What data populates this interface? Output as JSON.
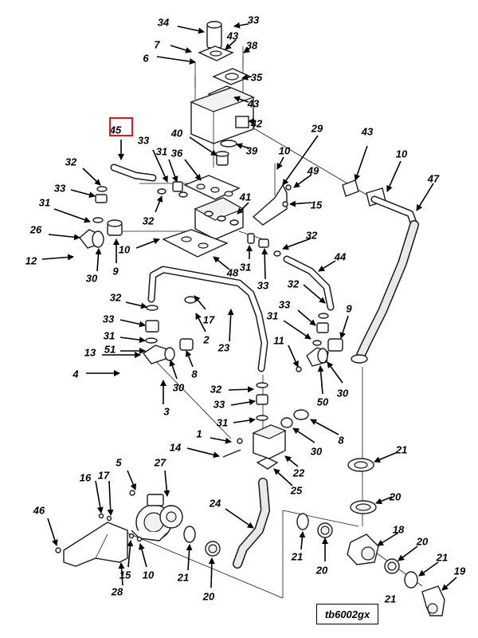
{
  "figure": {
    "reference_code": "tb6002gx",
    "highlighted_callout": "45",
    "highlight_color": "#e0191f"
  },
  "callouts": [
    {
      "id": "c34",
      "text": "34"
    },
    {
      "id": "c33a",
      "text": "33"
    },
    {
      "id": "c43a",
      "text": "43"
    },
    {
      "id": "c7",
      "text": "7"
    },
    {
      "id": "c38",
      "text": "38"
    },
    {
      "id": "c6",
      "text": "6"
    },
    {
      "id": "c35",
      "text": "35"
    },
    {
      "id": "c43b",
      "text": "43"
    },
    {
      "id": "c42",
      "text": "42"
    },
    {
      "id": "c45",
      "text": "45"
    },
    {
      "id": "c40",
      "text": "40"
    },
    {
      "id": "c29",
      "text": "29"
    },
    {
      "id": "c43c",
      "text": "43"
    },
    {
      "id": "c10a",
      "text": "10"
    },
    {
      "id": "c33b",
      "text": "33"
    },
    {
      "id": "c31a",
      "text": "31"
    },
    {
      "id": "c36",
      "text": "36"
    },
    {
      "id": "c39",
      "text": "39"
    },
    {
      "id": "c10b",
      "text": "10"
    },
    {
      "id": "c47",
      "text": "47"
    },
    {
      "id": "c32a",
      "text": "32"
    },
    {
      "id": "c49",
      "text": "49"
    },
    {
      "id": "c33c",
      "text": "33"
    },
    {
      "id": "c15a",
      "text": "15"
    },
    {
      "id": "c41",
      "text": "41"
    },
    {
      "id": "c31b",
      "text": "31"
    },
    {
      "id": "c32b",
      "text": "32"
    },
    {
      "id": "c26",
      "text": "26"
    },
    {
      "id": "c32c",
      "text": "32"
    },
    {
      "id": "c10c",
      "text": "10"
    },
    {
      "id": "c12",
      "text": "12"
    },
    {
      "id": "c30a",
      "text": "30"
    },
    {
      "id": "c9a",
      "text": "9"
    },
    {
      "id": "c31c",
      "text": "31"
    },
    {
      "id": "c33d",
      "text": "33"
    },
    {
      "id": "c48",
      "text": "48"
    },
    {
      "id": "c44",
      "text": "44"
    },
    {
      "id": "c32d",
      "text": "32"
    },
    {
      "id": "c32e",
      "text": "32"
    },
    {
      "id": "c33e",
      "text": "33"
    },
    {
      "id": "c17a",
      "text": "17"
    },
    {
      "id": "c23",
      "text": "23"
    },
    {
      "id": "c33f",
      "text": "33"
    },
    {
      "id": "c31d",
      "text": "31"
    },
    {
      "id": "c9b",
      "text": "9"
    },
    {
      "id": "c31e",
      "text": "31"
    },
    {
      "id": "c2",
      "text": "2"
    },
    {
      "id": "c11",
      "text": "11"
    },
    {
      "id": "c13",
      "text": "13"
    },
    {
      "id": "c51",
      "text": "51"
    },
    {
      "id": "c4",
      "text": "4"
    },
    {
      "id": "c8a",
      "text": "8"
    },
    {
      "id": "c30b",
      "text": "30"
    },
    {
      "id": "c50",
      "text": "50"
    },
    {
      "id": "c30c",
      "text": "30"
    },
    {
      "id": "c3",
      "text": "3"
    },
    {
      "id": "c32f",
      "text": "32"
    },
    {
      "id": "c33g",
      "text": "33"
    },
    {
      "id": "c31f",
      "text": "31"
    },
    {
      "id": "c8b",
      "text": "8"
    },
    {
      "id": "c1",
      "text": "1"
    },
    {
      "id": "c14",
      "text": "14"
    },
    {
      "id": "c30d",
      "text": "30"
    },
    {
      "id": "c22",
      "text": "22"
    },
    {
      "id": "c21a",
      "text": "21"
    },
    {
      "id": "c5",
      "text": "5"
    },
    {
      "id": "c27",
      "text": "27"
    },
    {
      "id": "c25",
      "text": "25"
    },
    {
      "id": "c16",
      "text": "16"
    },
    {
      "id": "c17b",
      "text": "17"
    },
    {
      "id": "c24",
      "text": "24"
    },
    {
      "id": "c20a",
      "text": "20"
    },
    {
      "id": "c46",
      "text": "46"
    },
    {
      "id": "c18",
      "text": "18"
    },
    {
      "id": "c20b",
      "text": "20"
    },
    {
      "id": "c21b",
      "text": "21"
    },
    {
      "id": "c15b",
      "text": "15"
    },
    {
      "id": "c10d",
      "text": "10"
    },
    {
      "id": "c21c",
      "text": "21"
    },
    {
      "id": "c20c",
      "text": "20"
    },
    {
      "id": "c21d",
      "text": "21"
    },
    {
      "id": "c28",
      "text": "28"
    },
    {
      "id": "c21e",
      "text": "21"
    },
    {
      "id": "c20d",
      "text": "20"
    },
    {
      "id": "c19",
      "text": "19"
    }
  ]
}
